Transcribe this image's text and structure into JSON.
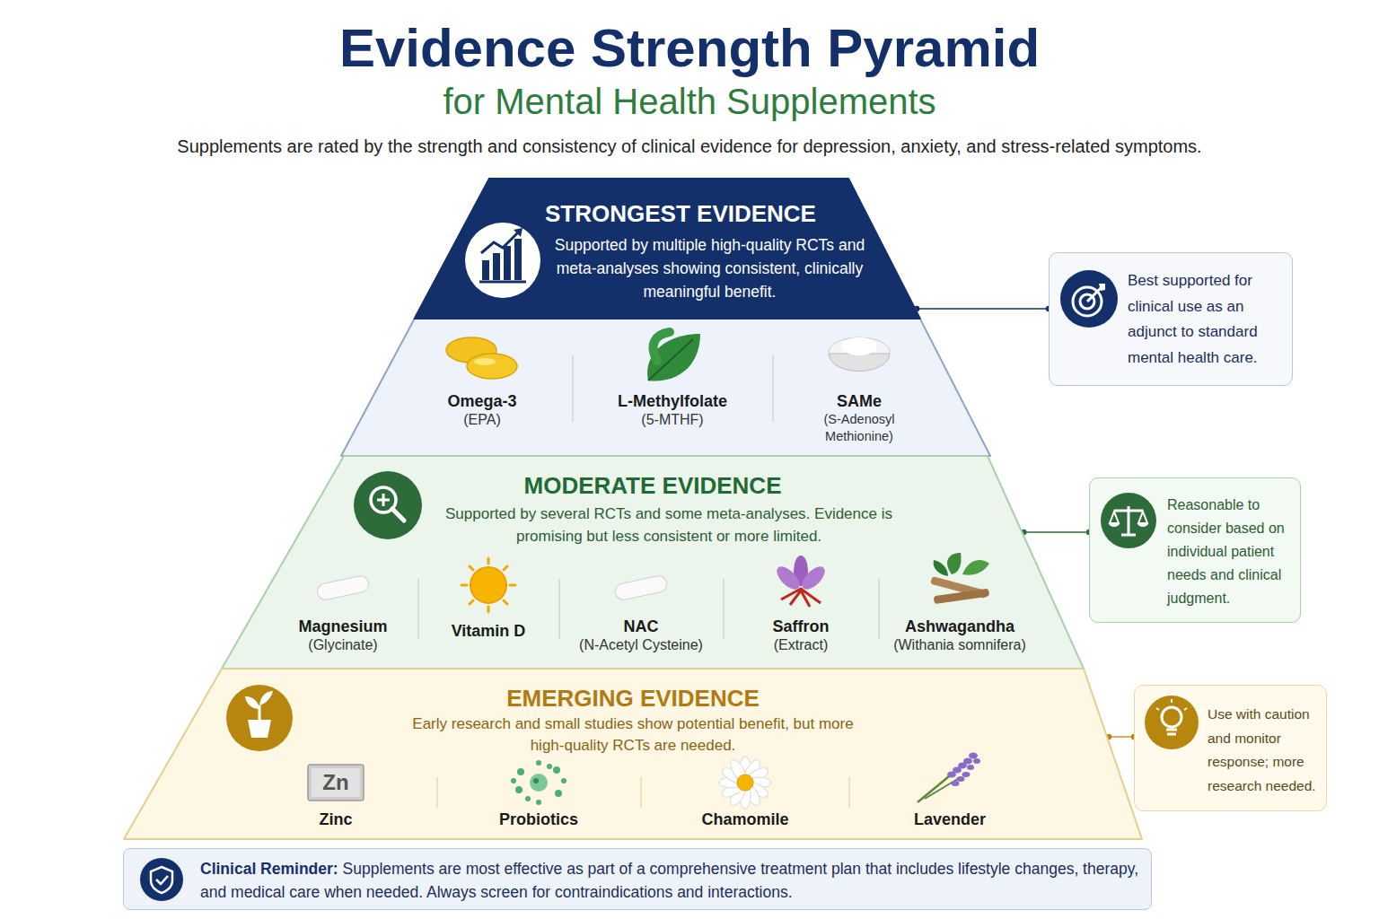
{
  "diagram": {
    "title": "Evidence Strength Pyramid",
    "nodes": [
      {
        "text": [
          "STRONGEST EVIDENCE",
          "Supported by multiple high-quality RCTs and meta-analyses showing consistent, clinically meaningful benefit."
        ]
      },
      {
        "text": [
          "Omega-3",
          "(EPA)"
        ],
        "in": 0
      },
      {
        "text": [
          "L-Methylfolate",
          "(5-MTHF)"
        ],
        "in": 0
      },
      {
        "text": [
          "SAMe",
          "(S-Adenosyl Methionine)"
        ],
        "in": 0
      },
      {
        "text": [
          "Best supported for clinical use as an adjunct to standard mental health care."
        ]
      },
      {
        "text": [
          "MODERATE EVIDENCE",
          "Supported by several RCTs and some meta-analyses. Evidence is promising but less consistent or more limited."
        ]
      },
      {
        "text": [
          "Magnesium",
          "(Glycinate)"
        ],
        "in": 5
      },
      {
        "text": [
          "Vitamin D"
        ],
        "in": 5
      },
      {
        "text": [
          "NAC",
          "(N-Acetyl Cysteine)"
        ],
        "in": 5
      },
      {
        "text": [
          "Saffron",
          "(Extract)"
        ],
        "in": 5
      },
      {
        "text": [
          "Ashwagandha",
          "(Withania somnifera)"
        ],
        "in": 5
      },
      {
        "text": [
          "Reasonable to consider based on individual patient needs and clinical judgment."
        ]
      },
      {
        "text": [
          "EMERGING EVIDENCE",
          "Early research and small studies show potential benefit, but more high-quality RCTs are needed."
        ]
      },
      {
        "text": [
          "Zinc"
        ],
        "in": 12
      },
      {
        "text": [
          "Probiotics"
        ],
        "in": 12
      },
      {
        "text": [
          "Chamomile"
        ],
        "in": 12
      },
      {
        "text": [
          "Lavender"
        ],
        "in": 12
      },
      {
        "text": [
          "Use with caution and monitor response; more research needed."
        ]
      },
      {
        "text": [
          "Clinical Reminder:",
          "Supplements are most effective as part of a comprehensive treatment plan that includes lifestyle changes, therapy, and medical care when needed. Always screen for contraindications and interactions."
        ]
      }
    ],
    "edges": [
      {
        "from": 0,
        "to": 4,
        "arrow": "none"
      },
      {
        "from": 5,
        "to": 11,
        "arrow": "none"
      },
      {
        "from": 12,
        "to": 17,
        "arrow": "none"
      }
    ],
    "labels": [
      "for Mental Health Supplements",
      "Supplements are rated by the strength and consistency of clinical evidence for depression, anxiety, and stress-related symptoms.",
      "Zn"
    ]
  }
}
